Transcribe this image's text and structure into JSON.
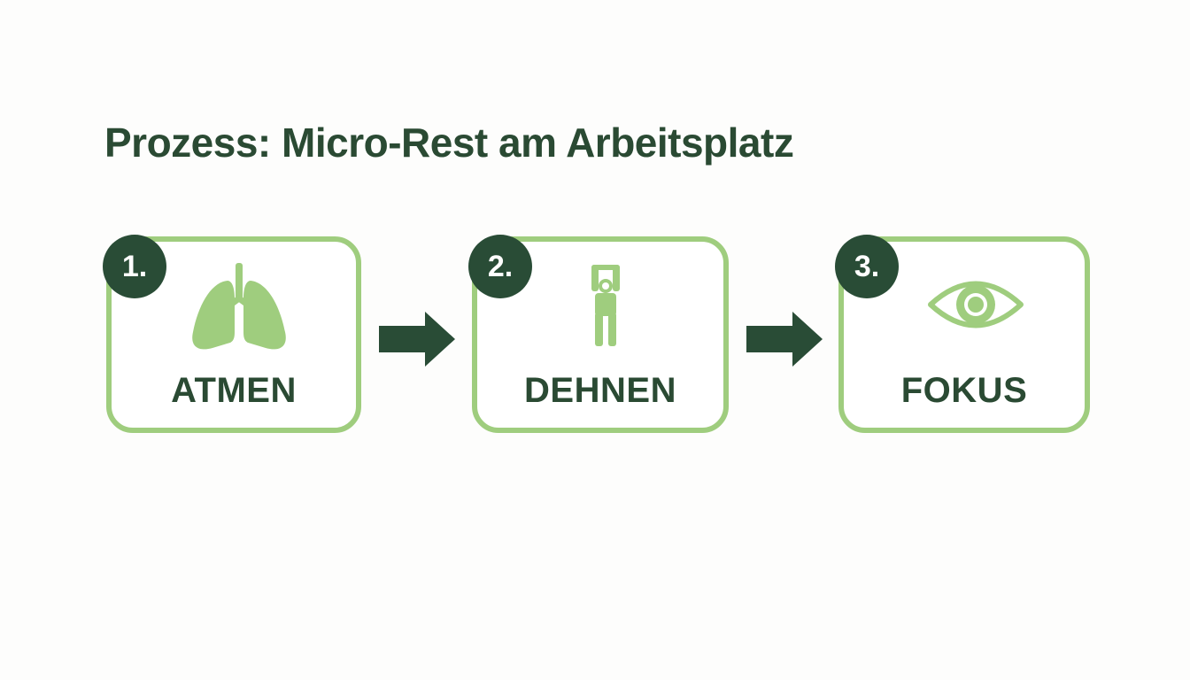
{
  "title": "Prozess: Micro-Rest am Arbeitsplatz",
  "colors": {
    "border": "#9fcd7e",
    "icon": "#9fcd7e",
    "dark": "#294c36",
    "text": "#2a4a33"
  },
  "steps": [
    {
      "number": "1.",
      "label": "ATMEN",
      "icon": "lungs-icon"
    },
    {
      "number": "2.",
      "label": "DEHNEN",
      "icon": "stretch-person-icon"
    },
    {
      "number": "3.",
      "label": "FOKUS",
      "icon": "eye-icon"
    }
  ]
}
